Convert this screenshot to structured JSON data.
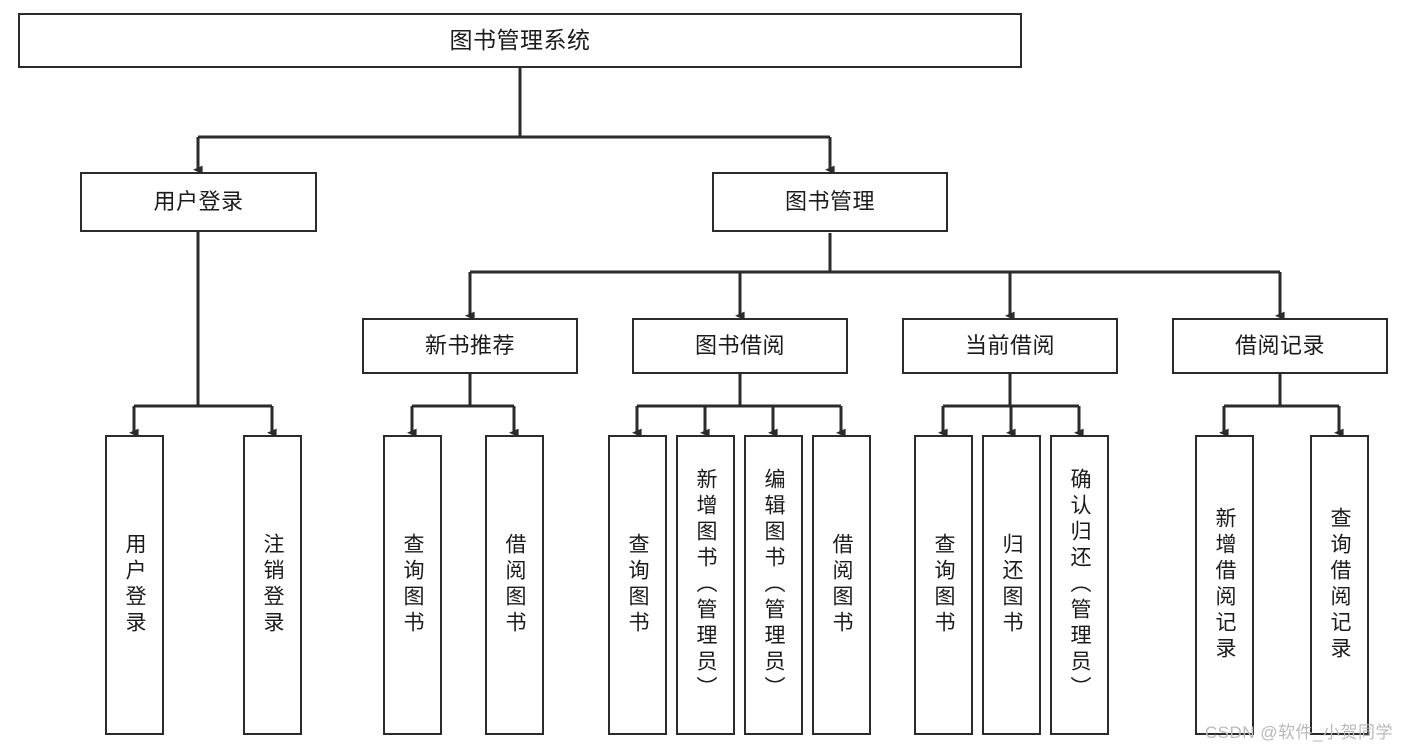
{
  "diagram": {
    "title": "图书管理系统",
    "type": "hierarchy-tree",
    "watermark": "CSDN @软件_小贺同学",
    "colors": {
      "stroke": "#2b2b2b",
      "fill": "#ffffff",
      "text": "#1b1b1b",
      "watermark": "#b9b9b9"
    },
    "nodes": {
      "root": {
        "label": "图书管理系统"
      },
      "level2": [
        {
          "id": "user-login",
          "label": "用户登录"
        },
        {
          "id": "book-manage",
          "label": "图书管理"
        }
      ],
      "level3": [
        {
          "id": "new-book-recommend",
          "label": "新书推荐"
        },
        {
          "id": "book-borrow",
          "label": "图书借阅"
        },
        {
          "id": "current-borrow",
          "label": "当前借阅"
        },
        {
          "id": "borrow-record",
          "label": "借阅记录"
        }
      ],
      "leaves": {
        "user-login": [
          {
            "id": "do-user-login",
            "label": "用户登录"
          },
          {
            "id": "logout",
            "label": "注销登录"
          }
        ],
        "new-book-recommend": [
          {
            "id": "query-book-1",
            "label": "查询图书"
          },
          {
            "id": "borrow-book-1",
            "label": "借阅图书"
          }
        ],
        "book-borrow": [
          {
            "id": "query-book-2",
            "label": "查询图书"
          },
          {
            "id": "add-book",
            "label": "新增图书（管理员）"
          },
          {
            "id": "edit-book",
            "label": "编辑图书（管理员）"
          },
          {
            "id": "borrow-book-2",
            "label": "借阅图书"
          }
        ],
        "current-borrow": [
          {
            "id": "query-book-3",
            "label": "查询图书"
          },
          {
            "id": "return-book",
            "label": "归还图书"
          },
          {
            "id": "confirm-return",
            "label": "确认归还（管理员）"
          }
        ],
        "borrow-record": [
          {
            "id": "add-borrow-record",
            "label": "新增借阅记录"
          },
          {
            "id": "query-borrow-record",
            "label": "查询借阅记录"
          }
        ]
      }
    }
  }
}
